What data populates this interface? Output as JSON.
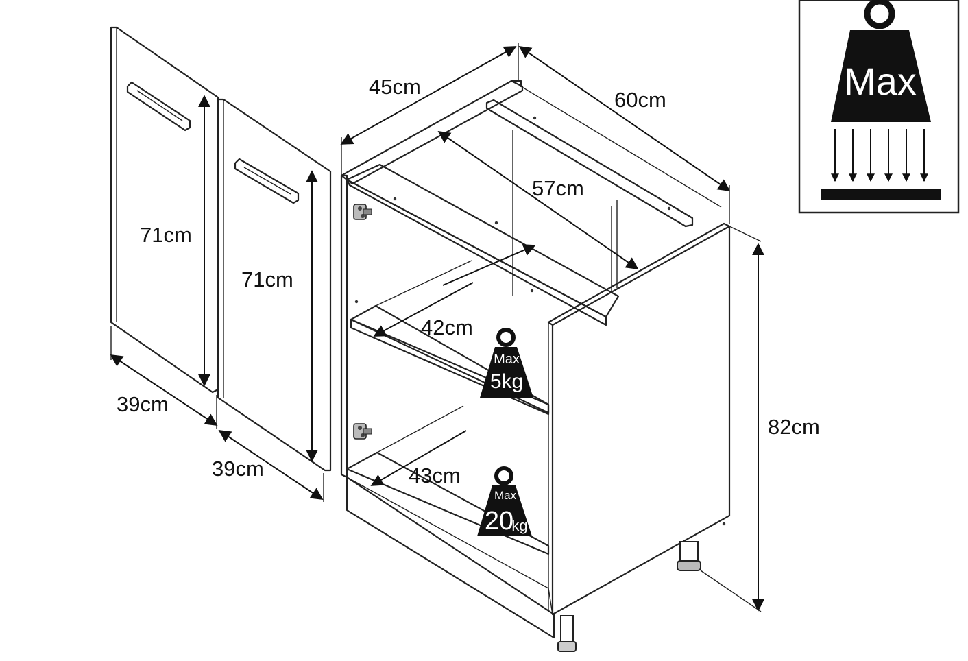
{
  "dimensions": {
    "door_left_height": "71cm",
    "door_right_height": "71cm",
    "door_left_width": "39cm",
    "door_right_width": "39cm",
    "cabinet_width": "45cm",
    "cabinet_depth": "60cm",
    "inner_depth_top": "57cm",
    "shelf_depth": "42cm",
    "bottom_depth": "43cm",
    "cabinet_height": "82cm"
  },
  "weights": {
    "legend_label": "Max",
    "shelf_label": "Max",
    "shelf_value": "5kg",
    "bottom_label": "Max",
    "bottom_value": "20",
    "bottom_unit": "kg"
  },
  "colors": {
    "line": "#222222",
    "weight_fill": "#111111",
    "background": "#ffffff"
  }
}
